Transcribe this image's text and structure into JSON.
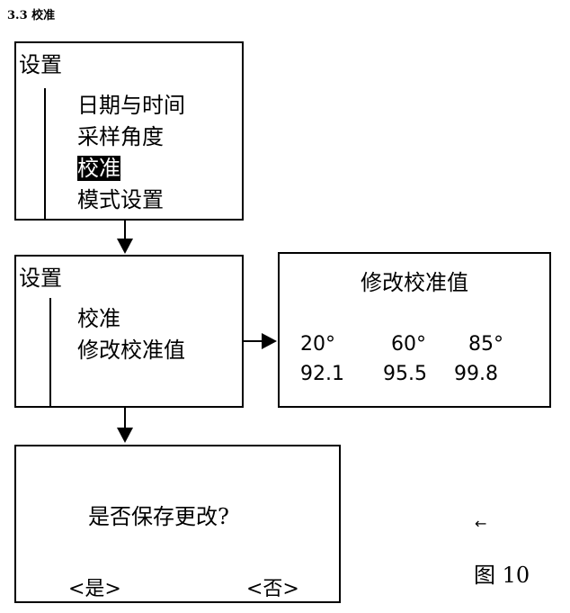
{
  "section_heading": "3.3 校准",
  "screen1": {
    "title": "设置",
    "items": [
      {
        "label": "日期与时间",
        "selected": false
      },
      {
        "label": "采样角度",
        "selected": false
      },
      {
        "label": "校准",
        "selected": true
      },
      {
        "label": "模式设置",
        "selected": false
      }
    ]
  },
  "screen2": {
    "title": "设置",
    "items": [
      {
        "label": "校准"
      },
      {
        "label": "修改校准值"
      }
    ]
  },
  "screen3": {
    "title": "修改校准值",
    "angles": [
      "20°",
      "60°",
      "85°"
    ],
    "values": [
      "92.1",
      "95.5",
      "99.8"
    ]
  },
  "screen4": {
    "prompt": "是否保存更改?",
    "yes_label": "<是>",
    "no_label": "<否>"
  },
  "figure": {
    "arrow": "←",
    "caption": "图 10"
  },
  "colors": {
    "line": "#000000",
    "background": "#ffffff",
    "highlight_bg": "#000000",
    "highlight_fg": "#ffffff"
  }
}
